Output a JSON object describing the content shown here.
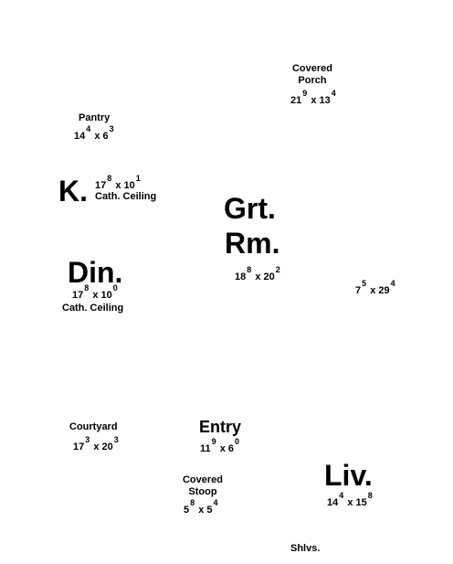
{
  "rooms": {
    "covered_porch": {
      "label_1": "Covered",
      "label_2": "Porch",
      "w": "21",
      "w_in": "9",
      "x": "x",
      "l": "13",
      "l_in": "4"
    },
    "pantry": {
      "label": "Pantry",
      "w": "14",
      "w_in": "4",
      "x": "x",
      "l": "6",
      "l_in": "3"
    },
    "kitchen": {
      "label": "K.",
      "w": "17",
      "w_in": "8",
      "x": "x",
      "l": "10",
      "l_in": "1",
      "note": "Cath. Ceiling"
    },
    "great_room": {
      "label_1": "Grt.",
      "label_2": "Rm.",
      "w": "18",
      "w_in": "8",
      "x": "x",
      "l": "20",
      "l_in": "2"
    },
    "side_room": {
      "w": "7",
      "w_in": "5",
      "x": "x",
      "l": "29",
      "l_in": "4"
    },
    "dining": {
      "label": "Din.",
      "w": "17",
      "w_in": "8",
      "x": "x",
      "l": "10",
      "l_in": "0",
      "note": "Cath. Ceiling"
    },
    "courtyard": {
      "label": "Courtyard",
      "w": "17",
      "w_in": "3",
      "x": "x",
      "l": "20",
      "l_in": "3"
    },
    "entry": {
      "label": "Entry",
      "w": "11",
      "w_in": "9",
      "x": "x",
      "l": "6",
      "l_in": "0"
    },
    "covered_stoop": {
      "label_1": "Covered",
      "label_2": "Stoop",
      "w": "5",
      "w_in": "8",
      "x": "x",
      "l": "5",
      "l_in": "4"
    },
    "living": {
      "label": "Liv.",
      "w": "14",
      "w_in": "4",
      "x": "x",
      "l": "15",
      "l_in": "8"
    },
    "shelves": {
      "label": "Shlvs."
    }
  }
}
